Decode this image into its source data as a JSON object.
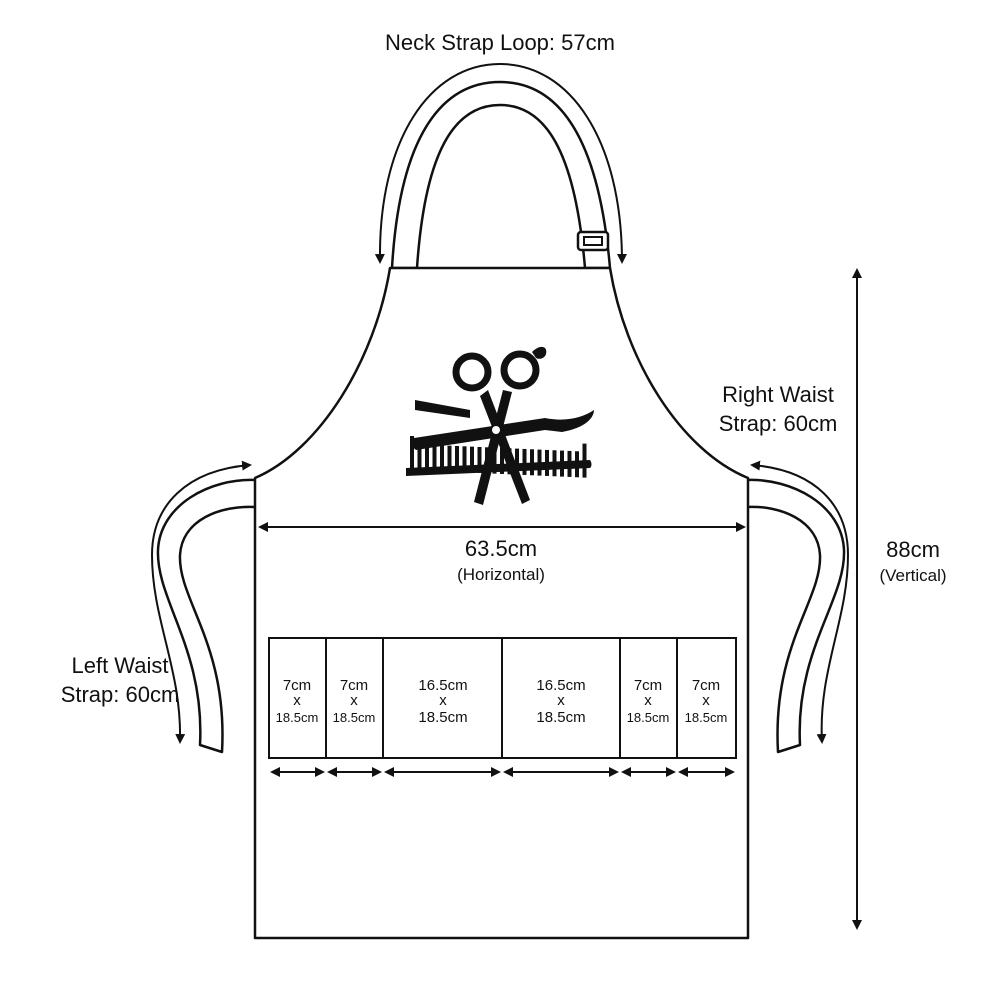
{
  "labels": {
    "neck_strap": "Neck Strap Loop: 57cm",
    "right_waist_line1": "Right Waist",
    "right_waist_line2": "Strap: 60cm",
    "left_waist_line1": "Left Waist",
    "left_waist_line2": "Strap: 60cm",
    "width_value": "63.5cm",
    "width_note": "(Horizontal)",
    "height_value": "88cm",
    "height_note": "(Vertical)"
  },
  "pockets": [
    {
      "w": "7cm",
      "x": "x",
      "h": "18.5cm"
    },
    {
      "w": "7cm",
      "x": "x",
      "h": "18.5cm"
    },
    {
      "w": "16.5cm",
      "x": "x",
      "h": "18.5cm"
    },
    {
      "w": "16.5cm",
      "x": "x",
      "h": "18.5cm"
    },
    {
      "w": "7cm",
      "x": "x",
      "h": "18.5cm"
    },
    {
      "w": "7cm",
      "x": "x",
      "h": "18.5cm"
    }
  ],
  "logo": {
    "icon": "barber-scissors-comb-razor-icon"
  },
  "colors": {
    "ink": "#111111",
    "background": "#ffffff"
  }
}
